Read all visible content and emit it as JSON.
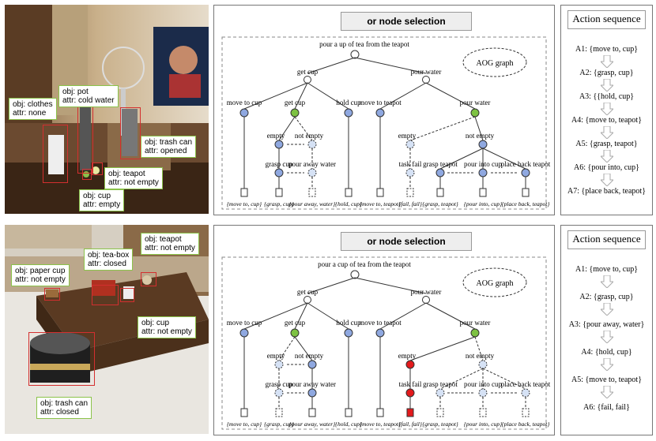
{
  "colors": {
    "node_blue": "#8fa8e0",
    "node_green": "#7dc242",
    "node_red": "#e31a1c",
    "node_dashed": "#d6e2f5",
    "callout_border": "#8bc34a",
    "bbox": "#d32f2f"
  },
  "rows": [
    {
      "callouts": [
        {
          "obj": "obj: clothes",
          "attr": "attr: none"
        },
        {
          "obj": "obj: pot",
          "attr": "attr: cold water"
        },
        {
          "obj": "obj: trash can",
          "attr": "attr: opened"
        },
        {
          "obj": "obj: teapot",
          "attr": "attr: not empty"
        },
        {
          "obj": "obj: cup",
          "attr": "attr: empty"
        }
      ],
      "tree": {
        "title": "or node selection",
        "aog_label": "AOG graph",
        "root": "pour a up of tea from the teapot",
        "level1": [
          "get cup",
          "pour water"
        ],
        "level2": [
          "move to cup",
          "get cup",
          "hold cup",
          "move to teapot",
          "pour water"
        ],
        "level3": [
          "empty",
          "not empty",
          "empty",
          "not empty"
        ],
        "level4": [
          "grasp cup",
          "pour away water",
          "task fail",
          "grasp teapot",
          "pour into cup",
          "place back teapot"
        ],
        "leaves": [
          "{move to, cup}",
          "{grasp, cup}",
          "{pour away, water}",
          "{hold, cup}",
          "{move to, teapot}",
          "{fail, fail}",
          "{grasp, teapot}",
          "{pour into, cup}",
          "{place back, teapot}"
        ]
      },
      "actions": {
        "title": "Action sequence",
        "items": [
          "A1: {move to, cup}",
          "A2: {grasp, cup}",
          "A3: {{hold, cup}",
          "A4: {move to, teapot}",
          "A5: {grasp, teapot}",
          "A6: {pour into, cup}",
          "A7: {place back, teapot}"
        ]
      }
    },
    {
      "callouts": [
        {
          "obj": "obj: teapot",
          "attr": "attr: not empty"
        },
        {
          "obj": "obj: tea-box",
          "attr": "attr: closed"
        },
        {
          "obj": "obj: paper cup",
          "attr": "attr: not empty"
        },
        {
          "obj": "obj: cup",
          "attr": "attr: not empty"
        },
        {
          "obj": "obj: trash can",
          "attr": "attr: closed"
        }
      ],
      "tree": {
        "title": "or node selection",
        "aog_label": "AOG graph",
        "root": "pour a cup of tea from the teapot",
        "level1": [
          "get cup",
          "pour water"
        ],
        "level2": [
          "move to cup",
          "get cup",
          "hold cup",
          "move to teapot",
          "pour water"
        ],
        "level3": [
          "empty",
          "not empty",
          "empty",
          "not empty"
        ],
        "level4": [
          "grasp cup",
          "pour away water",
          "task fail",
          "grasp teapot",
          "pour into cup",
          "place back teapot"
        ],
        "leaves": [
          "{move to, cup}",
          "{grasp, cup}",
          "{pour away, water}",
          "{hold, cup}",
          "{move to, teapot}",
          "{fail, fail}",
          "{grasp, teapot}",
          "{pour into, cup}",
          "{place back, teapot}"
        ]
      },
      "actions": {
        "title": "Action sequence",
        "items": [
          "A1: {move to, cup}",
          "A2: {grasp, cup}",
          "A3: {pour away, water}",
          "A4: {hold, cup}",
          "A5: {move to, teapot}",
          "A6: {fail, fail}"
        ]
      }
    }
  ]
}
